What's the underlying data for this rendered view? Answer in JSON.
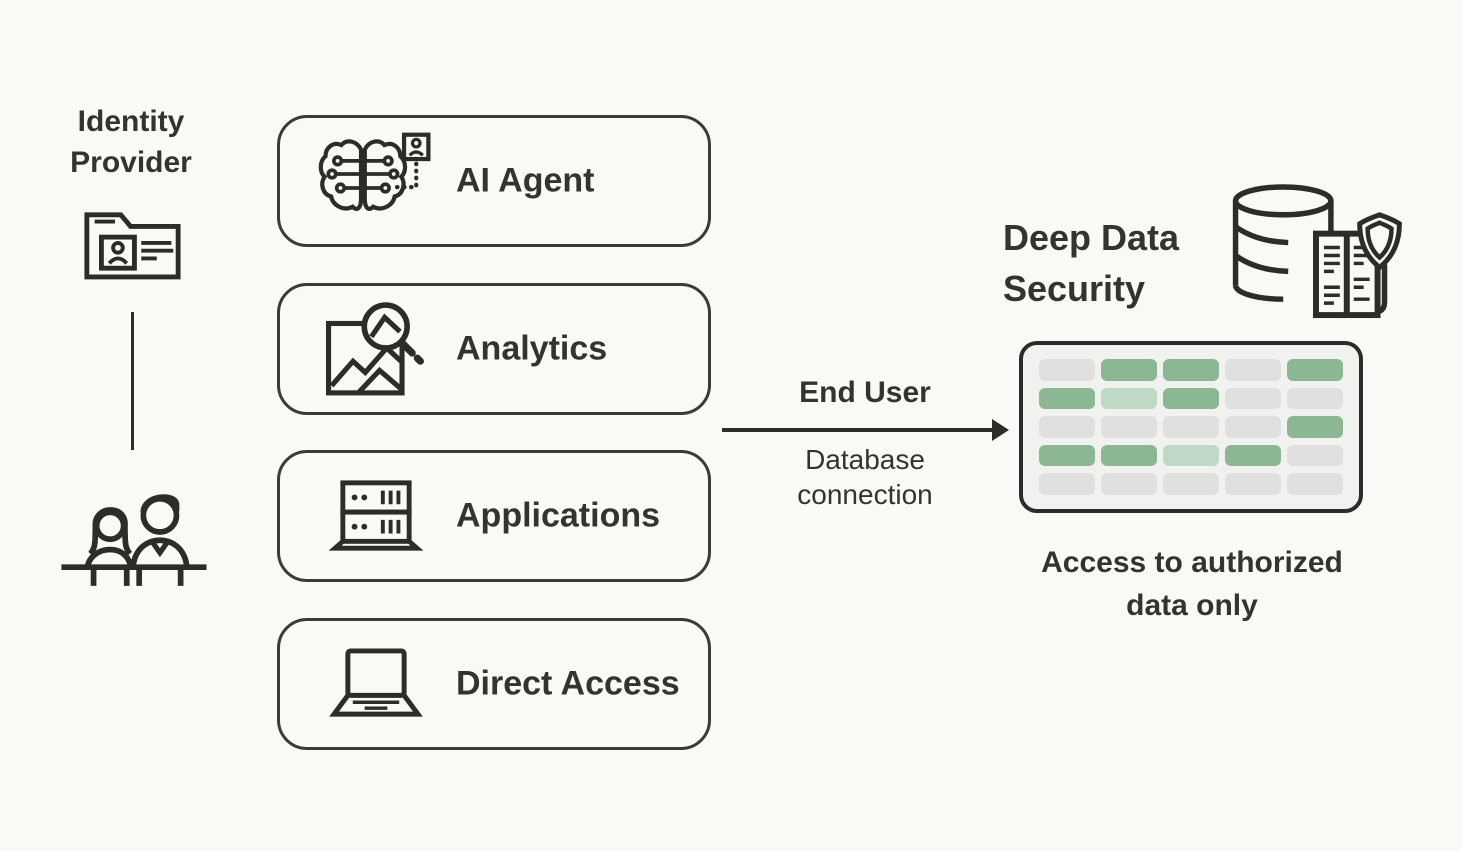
{
  "title": "Deep Data Security diagram",
  "colors": {
    "background": "#FAF9F6",
    "ink": "#35332F",
    "line": "#2E2C29",
    "table_bg": "#F1F1EF",
    "table_border": "#2B2B2B"
  },
  "identity_provider": {
    "label": "Identity Provider",
    "icon": "id-folder-icon",
    "users_icon": "end-users-icon"
  },
  "access_channels": [
    {
      "label": "AI Agent",
      "icon": "ai-agent-brain-icon"
    },
    {
      "label": "Analytics",
      "icon": "analytics-chart-icon"
    },
    {
      "label": "Applications",
      "icon": "application-server-icon"
    },
    {
      "label": "Direct Access",
      "icon": "laptop-icon"
    }
  ],
  "connection": {
    "label_top": "End User",
    "label_bottom": "Database connection"
  },
  "deep_data_security": {
    "title": "Deep Data Security",
    "icon": "database-security-icon",
    "caption": "Access to authorized data only",
    "access_table": {
      "rows": 5,
      "cols": 5,
      "cells": [
        [
          "gray",
          "green",
          "green",
          "gray",
          "green"
        ],
        [
          "green",
          "light",
          "green",
          "gray",
          "gray"
        ],
        [
          "gray",
          "gray",
          "gray",
          "gray",
          "green"
        ],
        [
          "green",
          "green",
          "light",
          "green",
          "gray"
        ],
        [
          "gray",
          "gray",
          "gray",
          "gray",
          "gray"
        ]
      ],
      "palette": {
        "gray": "#E0E0DF",
        "green": "#8CB795",
        "light": "#C0D8C6"
      }
    }
  }
}
